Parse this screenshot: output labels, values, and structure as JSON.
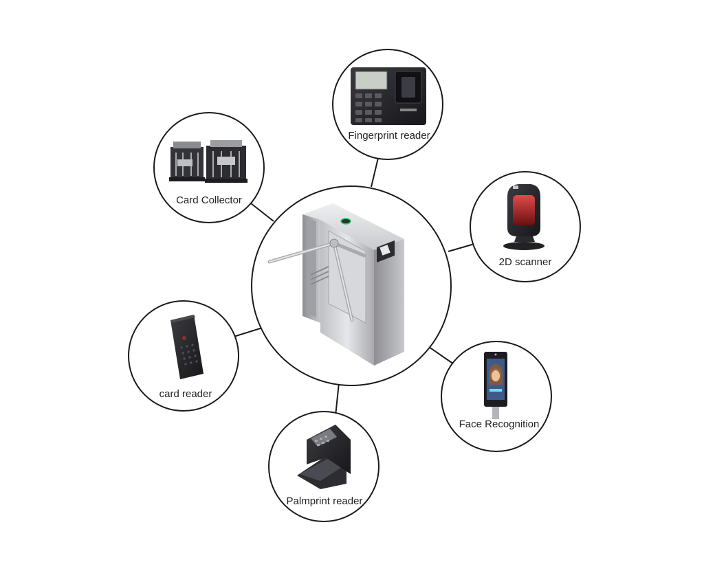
{
  "diagram": {
    "center": {
      "name": "tripod-turnstile-image"
    },
    "nodes": [
      {
        "id": "fingerprint",
        "label": "Fingerprint reader"
      },
      {
        "id": "scanner",
        "label": "2D scanner"
      },
      {
        "id": "face",
        "label": "Face Recognition"
      },
      {
        "id": "palmprint",
        "label": "Palmprint reader"
      },
      {
        "id": "cardreader",
        "label": "card reader"
      },
      {
        "id": "cardcollector",
        "label": "Card Collector"
      }
    ]
  },
  "colors": {
    "ring": "#1a1a1a",
    "steel_light": "#d9d9dc",
    "steel_mid": "#b4b5b9",
    "steel_dark": "#7c7d82",
    "device_dark": "#2a2a2e",
    "indicator": "#2ecc71"
  }
}
